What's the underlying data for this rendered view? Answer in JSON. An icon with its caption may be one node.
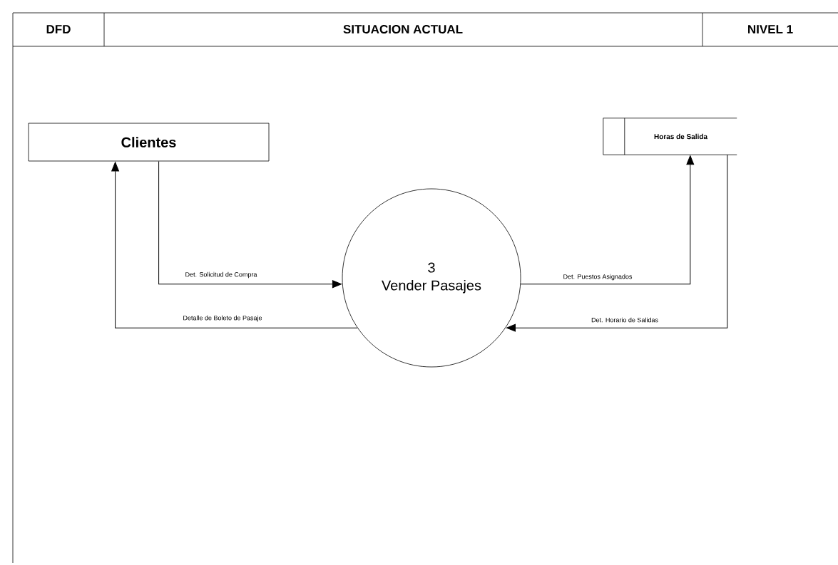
{
  "diagram": {
    "title": "SITUACION ACTUAL",
    "nodes": [
      {
        "text": [
          "Clientes"
        ]
      },
      {
        "text": [
          "3",
          "Vender Pasajes"
        ]
      },
      {
        "text": [
          "Horas de Salida"
        ]
      }
    ],
    "edges": [
      {
        "from": 0,
        "to": 1,
        "arrow": "to",
        "label": "Det. Solicitud de Compra"
      },
      {
        "from": 1,
        "to": 0,
        "arrow": "to",
        "label": "Detalle de Boleto de Pasaje"
      },
      {
        "from": 1,
        "to": 2,
        "arrow": "to",
        "label": "Det. Puestos Asignados"
      },
      {
        "from": 2,
        "to": 1,
        "arrow": "to",
        "label": "Det. Horario de Salidas"
      }
    ],
    "labels": [
      "DFD",
      "NIVEL 1"
    ]
  }
}
